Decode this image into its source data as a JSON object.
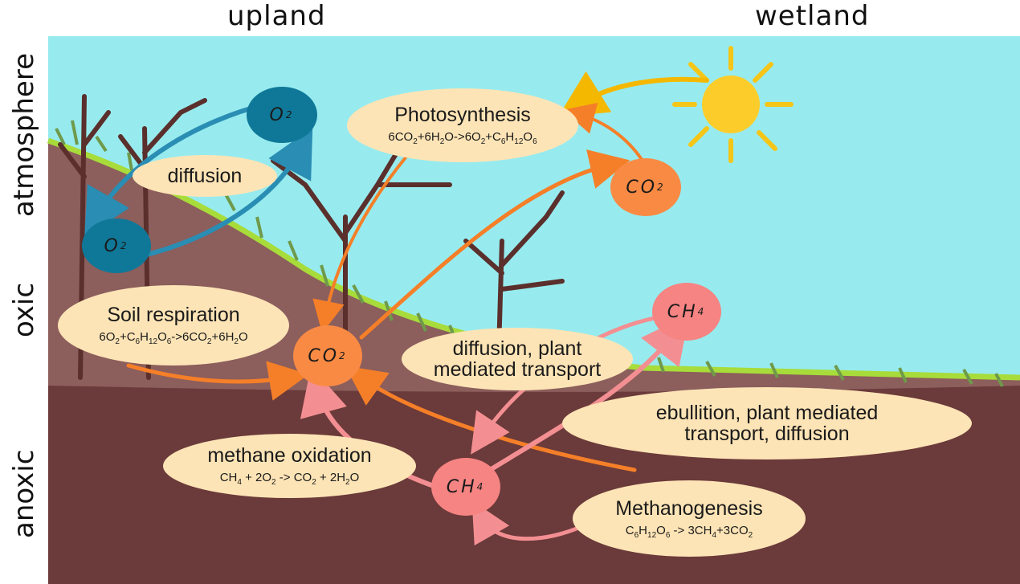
{
  "columns": {
    "upland": "upland",
    "wetland": "wetland"
  },
  "rows": {
    "atmosphere": "atmosphere",
    "oxic": "oxic",
    "anoxic": "anoxic"
  },
  "colors": {
    "sky": "#97ebee",
    "upland_soil": "#8c5e5c",
    "anoxic_soil": "#6b3a3a",
    "bubble": "#fde4b6",
    "o2": "#0f7898",
    "co2": "#f98a44",
    "ch4": "#f58482",
    "sun": "#fccd2a",
    "arrow_orange": "#f57f28",
    "arrow_pink": "#f38f92",
    "arrow_blue": "#2a8db3"
  },
  "processes": {
    "photosynthesis": {
      "title": "Photosynthesis",
      "equation": [
        "6CO",
        "2",
        "+6H",
        "2",
        "O->6O",
        "2",
        "+C",
        "6",
        "H",
        "12",
        "O",
        "6"
      ]
    },
    "diffusion": {
      "title": "diffusion"
    },
    "soil_respiration": {
      "title": "Soil respiration",
      "equation": [
        "6O",
        "2",
        "+C",
        "6",
        "H",
        "12",
        "O",
        "6",
        "->6CO",
        "2",
        "+6H",
        "2",
        "O"
      ]
    },
    "diffusion_plant": {
      "line1": "diffusion, plant",
      "line2": "mediated transport"
    },
    "ebullition": {
      "line1": "ebullition, plant mediated",
      "line2": "transport, diffusion"
    },
    "methane_oxidation": {
      "title": "methane oxidation",
      "equation": [
        "CH",
        "4",
        " + 2O",
        "2",
        " -> CO",
        "2",
        " + 2H",
        "2",
        "O"
      ]
    },
    "methanogenesis": {
      "title": "Methanogenesis",
      "equation": [
        "C",
        "6",
        "H",
        "12",
        "O",
        "6",
        " -> 3CH",
        "4",
        "+3CO",
        "2"
      ]
    }
  },
  "molecules": {
    "o2_top": {
      "base": "O",
      "sub": "2"
    },
    "o2_low": {
      "base": "O",
      "sub": "2"
    },
    "co2_sky": {
      "base": "CO",
      "sub": "2"
    },
    "co2_soil": {
      "base": "CO",
      "sub": "2"
    },
    "ch4_sky": {
      "base": "CH",
      "sub": "4"
    },
    "ch4_soil": {
      "base": "CH",
      "sub": "4"
    }
  }
}
